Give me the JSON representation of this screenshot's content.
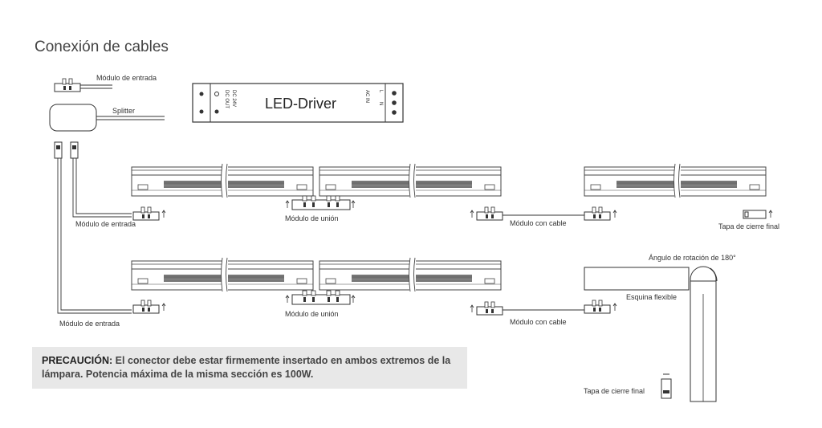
{
  "title": "Conexión de cables",
  "driver": {
    "label": "LED-Driver",
    "dc_out": "DC OUT",
    "dc_24v": "DC 24V",
    "ac_in": "AC IN",
    "l": "L",
    "n": "N"
  },
  "labels": {
    "modulo_entrada_top": "Módulo de entrada",
    "splitter": "Splitter",
    "modulo_entrada_1": "Módulo de entrada",
    "modulo_union_1": "Módulo de unión",
    "modulo_cable_1": "Módulo con cable",
    "tapa_cierre_1": "Tapa de cierre final",
    "angulo": "Ángulo de rotación de 180°",
    "esquina": "Esquina flexible",
    "modulo_entrada_2": "Módulo de entrada",
    "modulo_union_2": "Módulo de unión",
    "modulo_cable_2": "Módulo con cable",
    "tapa_cierre_2": "Tapa de cierre final"
  },
  "warning": {
    "heading": "PRECAUCIÓN:",
    "text": " El conector debe estar firmemente insertado en ambos extremos de la lámpara. Potencia máxima de la misma sección es 100W."
  }
}
